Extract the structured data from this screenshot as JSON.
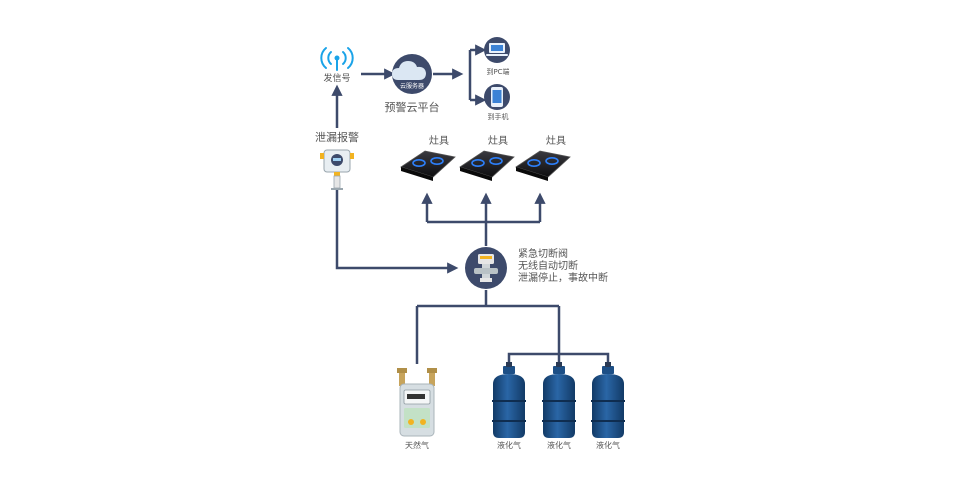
{
  "colors": {
    "line": "#3d4a6b",
    "node_circle": "#3d4a6b",
    "cylinder": "#1d4f86",
    "antenna": "#1aa3e8",
    "cloud": "#dbe7f3",
    "stove": "#1b1b1e",
    "flame": "#2d7ff9",
    "meter": "#d6dee2",
    "brass": "#c7a45c"
  },
  "nodes": {
    "transmitter": {
      "label": "发信号",
      "icon": "antenna-icon"
    },
    "cloud": {
      "label": "预警云平台",
      "badge": "云服务器",
      "icon": "cloud-icon"
    },
    "pc": {
      "label": "到PC端",
      "icon": "laptop-icon"
    },
    "phone": {
      "label": "到手机",
      "icon": "phone-icon"
    },
    "detector": {
      "label": "泄漏报警",
      "icon": "gas-detector-icon"
    },
    "stoves": [
      {
        "label": "灶具"
      },
      {
        "label": "灶具"
      },
      {
        "label": "灶具"
      }
    ],
    "valve": {
      "icon": "shutoff-valve-icon",
      "lines": [
        "紧急切断阀",
        "无线自动切断",
        "泄漏停止，事故中断"
      ]
    },
    "meter": {
      "label": "天然气",
      "icon": "gas-meter-icon"
    },
    "cylinders": [
      {
        "label": "液化气"
      },
      {
        "label": "液化气"
      },
      {
        "label": "液化气"
      }
    ]
  }
}
